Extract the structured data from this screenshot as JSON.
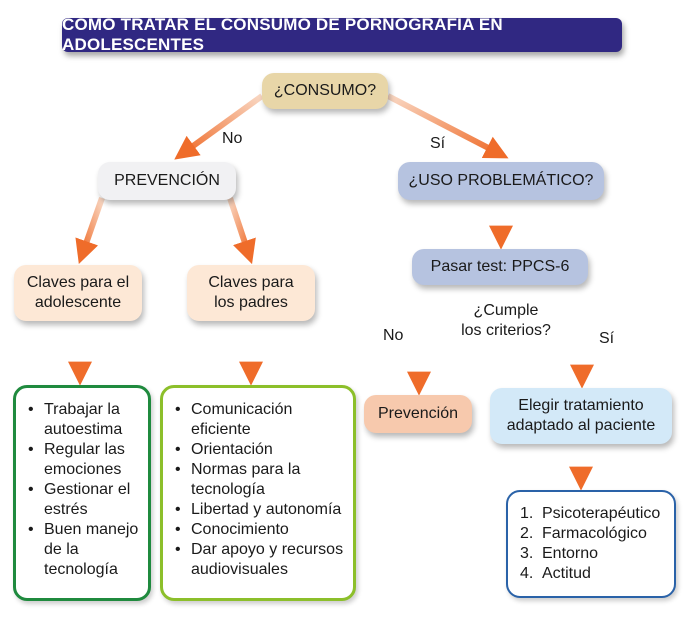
{
  "title": "CÓMO TRATAR EL CONSUMO DE PORNOGRAFÍA EN ADOLESCENTES",
  "nodes": {
    "consumo": "¿CONSUMO?",
    "prevencion": "PREVENCIÓN",
    "uso_problematico": "¿USO PROBLEMÁTICO?",
    "pasar_test": "Pasar test: PPCS-6",
    "claves_adolescente": [
      "Claves para el",
      "adolescente"
    ],
    "claves_padres": [
      "Claves para",
      "los padres"
    ],
    "prevencion_result": "Prevención",
    "elegir_tratamiento": [
      "Elegir tratamiento",
      "adaptado al paciente"
    ]
  },
  "labels": {
    "consumo_no": "No",
    "consumo_si": "Sí",
    "criterios_question": [
      "¿Cumple",
      "los criterios?"
    ],
    "criterios_no": "No",
    "criterios_si": "Sí"
  },
  "lists": {
    "adolescente": [
      [
        "Trabajar la",
        "autoestima"
      ],
      [
        "Regular las",
        "emociones"
      ],
      [
        "Gestionar el",
        "estrés"
      ],
      [
        "Buen manejo",
        "de la",
        "tecnología"
      ]
    ],
    "padres": [
      [
        "Comunicación",
        "eficiente"
      ],
      [
        "Orientación"
      ],
      [
        "Normas para la",
        "tecnología"
      ],
      [
        "Libertad y autonomía"
      ],
      [
        "Conocimiento"
      ],
      [
        "Dar apoyo y recursos",
        "audiovisuales"
      ]
    ],
    "tratamiento": [
      {
        "num": "1.",
        "text": "Psicoterapéutico"
      },
      {
        "num": "2.",
        "text": "Farmacológico"
      },
      {
        "num": "3.",
        "text": "Entorno"
      },
      {
        "num": "4.",
        "text": "Actitud"
      }
    ]
  },
  "colors": {
    "title_bg": "#302882",
    "arrow": "#ef6c2a",
    "consumo": "#e8d6a8",
    "prevencion": "#f1f1f3",
    "blue_node": "#b6c3e0",
    "peach_node": "#fde8d6",
    "prev_result": "#f7c9ad",
    "elegir": "#d3e9f8",
    "green_border": "#1f8a3e",
    "lime_border": "#8cbf2a",
    "blue_border": "#2a62a8"
  }
}
